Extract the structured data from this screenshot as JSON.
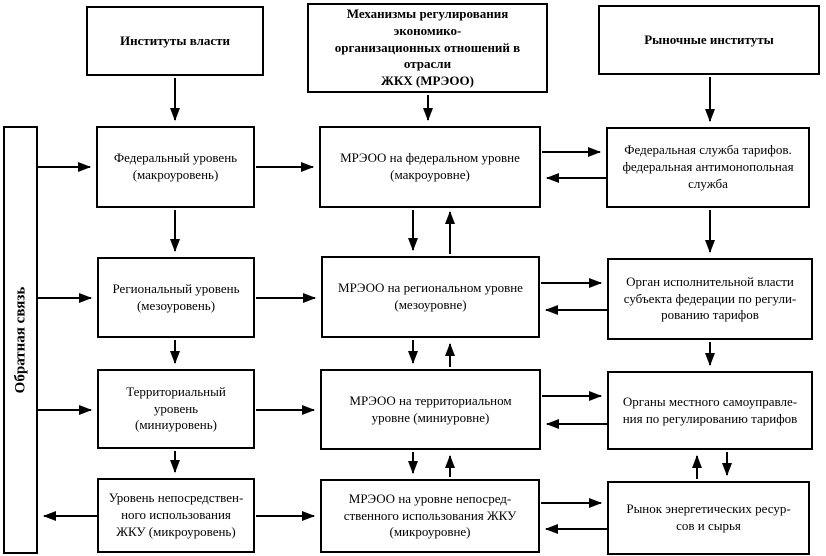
{
  "diagram": {
    "feedback": {
      "label": "Обратная связь"
    },
    "headers": {
      "left": "Институты власти",
      "center": "Механизмы регулирования экономико-\nорганизационных отношений в отрасли\nЖКХ (МРЭОО)",
      "right": "Рыночные институты"
    },
    "rows": {
      "row1": {
        "left": "Федеральный уровень\n(макроуровень)",
        "center": "МРЭОО на федеральном уровне\n(макроуровне)",
        "right": "Федеральная служба тарифов.\nфедеральная антимонопольная\nслужба"
      },
      "row2": {
        "left": "Региональный уровень\n(мезоуровень)",
        "center": "МРЭОО на региональном уровне\n(мезоуровне)",
        "right": "Орган исполнительной власти\nсубъекта федерации по регули-\nрованию тарифов"
      },
      "row3": {
        "left": "Территориальный\nуровень\n(миниуровень)",
        "center": "МРЭОО на территориальном\nуровне (миниуровне)",
        "right": "Органы местного самоуправле-\nния по регулированию тарифов"
      },
      "row4": {
        "left": "Уровень непосредствен-\nного использования\nЖКУ (микроуровень)",
        "center": "МРЭОО на уровне непосред-\nственного использования ЖКУ\n(микроуровне)",
        "right": "Рынок энергетических ресур-\nсов и сырья"
      }
    },
    "colors": {
      "line": "#000000",
      "background": "#ffffff"
    }
  }
}
